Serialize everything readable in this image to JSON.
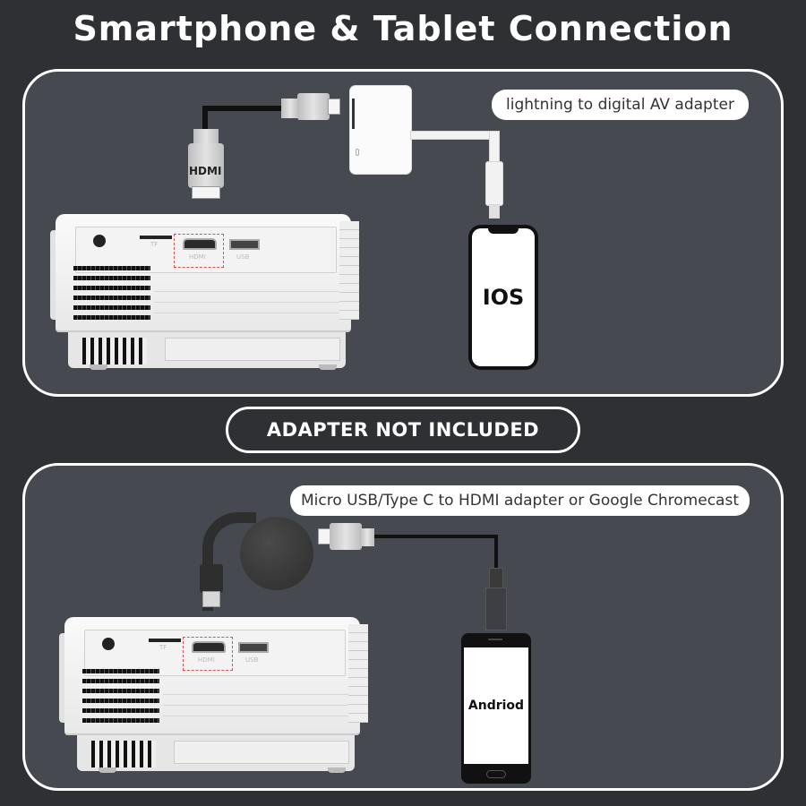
{
  "header": {
    "title": "Smartphone & Tablet Connection"
  },
  "ios_panel": {
    "callout": "lightning to digital AV adapter",
    "phone_label": "IOS",
    "hdmi_plug_label": "HDMI",
    "projector_ports": {
      "tf": "TF",
      "hdmi": "HDMI",
      "usb": "USB"
    }
  },
  "notice": {
    "text": "ADAPTER NOT INCLUDED"
  },
  "android_panel": {
    "callout": "Micro USB/Type C to HDMI adapter or Google Chromecast",
    "phone_label": "Andriod",
    "projector_ports": {
      "tf": "TF",
      "hdmi": "HDMI",
      "usb": "USB"
    }
  },
  "colors": {
    "background": "#2f3034",
    "panel": "#464950",
    "border": "#ffffff",
    "highlight_dashed": "#d9534f"
  }
}
